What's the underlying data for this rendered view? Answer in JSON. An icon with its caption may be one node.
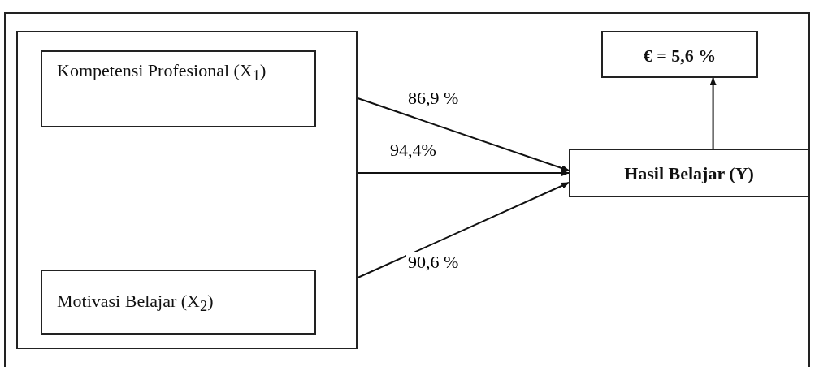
{
  "diagram": {
    "nodes": [
      {
        "text": [],
        "shape": "box"
      },
      {
        "text": [
          "Kompetensi Profesional (X$_{1}$)"
        ],
        "in": 0
      },
      {
        "text": [
          "Motivasi Belajar  (X$_{2}$)"
        ],
        "in": 0
      },
      {
        "text": [
          "Hasil Belajar (Y)"
        ]
      },
      {
        "text": [
          "€ = 5,6 %"
        ]
      }
    ],
    "edges": [
      {
        "from": 1,
        "to": 3,
        "arrow": "to",
        "label": "86,9 %"
      },
      {
        "from": 0,
        "to": 3,
        "arrow": "to",
        "label": "94,4%"
      },
      {
        "from": 2,
        "to": 3,
        "arrow": "to",
        "label": "90,6 %"
      },
      {
        "from": 3,
        "to": 4,
        "arrow": "to"
      }
    ]
  }
}
